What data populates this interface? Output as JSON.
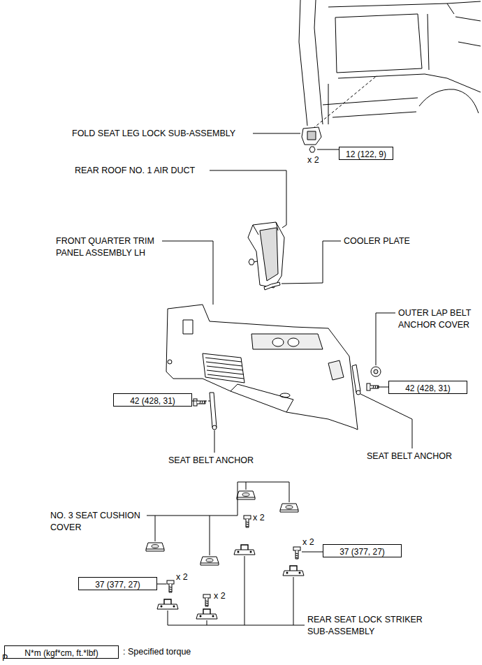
{
  "diagram": {
    "nodes": [
      {
        "text": [
          "12 (122, 9)"
        ]
      },
      {
        "text": [
          "42 (428, 31)"
        ]
      },
      {
        "text": [
          "42 (428, 31)"
        ]
      },
      {
        "text": [
          "37 (377, 27)"
        ]
      },
      {
        "text": [
          "37 (377, 27)"
        ]
      },
      {
        "text": [
          "N*m (kgf*cm, ft.*lbf)"
        ]
      }
    ],
    "labels": [
      "FOLD SEAT LEG LOCK SUB-ASSEMBLY",
      "x 2",
      "REAR ROOF NO. 1 AIR DUCT",
      "FRONT QUARTER TRIM PANEL ASSEMBLY LH",
      "COOLER PLATE",
      "OUTER LAP BELT ANCHOR COVER",
      "SEAT BELT ANCHOR",
      "SEAT BELT ANCHOR",
      "NO. 3 SEAT CUSHION COVER",
      "x 2",
      "x 2",
      "x 2",
      "x 2",
      "REAR SEAT LOCK STRIKER SUB-ASSEMBLY",
      ": Specified torque",
      "P"
    ]
  }
}
